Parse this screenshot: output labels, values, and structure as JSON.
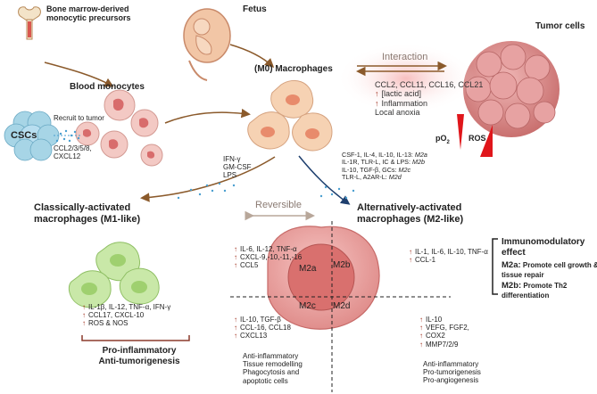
{
  "labels": {
    "bone_marrow": [
      "Bone marrow-derived",
      "monocytic precursors"
    ],
    "blood_monocytes": "Blood monocytes",
    "fetus": "Fetus",
    "m0": "(M0) Macrophages",
    "interaction": "Interaction",
    "tumor_cells": "Tumor cells",
    "cscs": "CSCs",
    "recruit": "Recruit to tumor",
    "ccl_recruit": [
      "CCL2/3/5/8,",
      "CXCL12"
    ],
    "po2": "pO",
    "po2_sub": "2",
    "ros": "ROS",
    "reversible": "Reversible",
    "m1_title": [
      "Classically-activated",
      "macrophages (M1-like)"
    ],
    "m2_title": [
      "Alternatively-activated",
      "macrophages (M2-like)"
    ],
    "m1_bottom": [
      "Pro-inflammatory",
      "Anti-tumorigenesis"
    ],
    "immunomod": [
      "Immunomodulatory",
      "effect"
    ],
    "m2a_label": "M2a:",
    "m2a_text": [
      "Promote cell growth &",
      "tissue repair"
    ],
    "m2b_label": "M2b:",
    "m2b_text": [
      "Promote Th2",
      "differentiation"
    ],
    "quadrants": {
      "m2a": "M2a",
      "m2b": "M2b",
      "m2c": "M2c",
      "m2d": "M2d"
    }
  },
  "interaction_factors": {
    "line1": "CCL2, CCL11, CCL16, CCL21",
    "items": [
      "[lactic acid]",
      "Inflammation"
    ],
    "line4": "Local anoxia"
  },
  "m1_stimuli": [
    "IFN-γ",
    "GM-CSF",
    "LPS"
  ],
  "m2_stimuli": [
    {
      "text": "CSF-1, IL-4, IL-10, IL-13: ",
      "tag": "M2a"
    },
    {
      "text": "IL-1R, TLR-L, IC & LPS: ",
      "tag": "M2b"
    },
    {
      "text": "IL-10, TGF-β, GCs: ",
      "tag": "M2c"
    },
    {
      "text": "TLR-L, A2AR-L: ",
      "tag": "M2d"
    }
  ],
  "m1_markers": [
    "IL-1β, IL-12, TNF-α, IFN-γ",
    "CCL17, CXCL-10",
    "ROS & NOS"
  ],
  "q_top_left": [
    "IL-6, IL-12, TNF-α",
    "CXCL-9,-10,-11,-16",
    "CCL5"
  ],
  "q_top_right": [
    "IL-1, IL-6, IL-10, TNF-α",
    "CCL-1"
  ],
  "q_bottom_left": [
    "IL-10, TGF-β",
    "CCL-16, CCL18",
    "CXCL13"
  ],
  "q_bottom_left_text": [
    "Anti-inflammatory",
    "Tissue remodelling",
    "Phagocytosis and",
    "apoptotic cells"
  ],
  "q_bottom_right": [
    "IL-10",
    "VEFG, FGF2,",
    "COX2",
    "MMP7/2/9"
  ],
  "q_bottom_right_text": [
    "Anti-inflammatory",
    "Pro-tumorigenesis",
    "Pro-angiogenesis"
  ],
  "colors": {
    "arrow": "#8b5a2b",
    "m1_cell": "#c9e8a8",
    "m2_cell": "#e89a9a",
    "monocyte": "#f3c9c4",
    "macrophage": "#f6d2b3",
    "tumor": "#d98a8c",
    "csc": "#a7d5e6",
    "red": "#e0161b"
  }
}
